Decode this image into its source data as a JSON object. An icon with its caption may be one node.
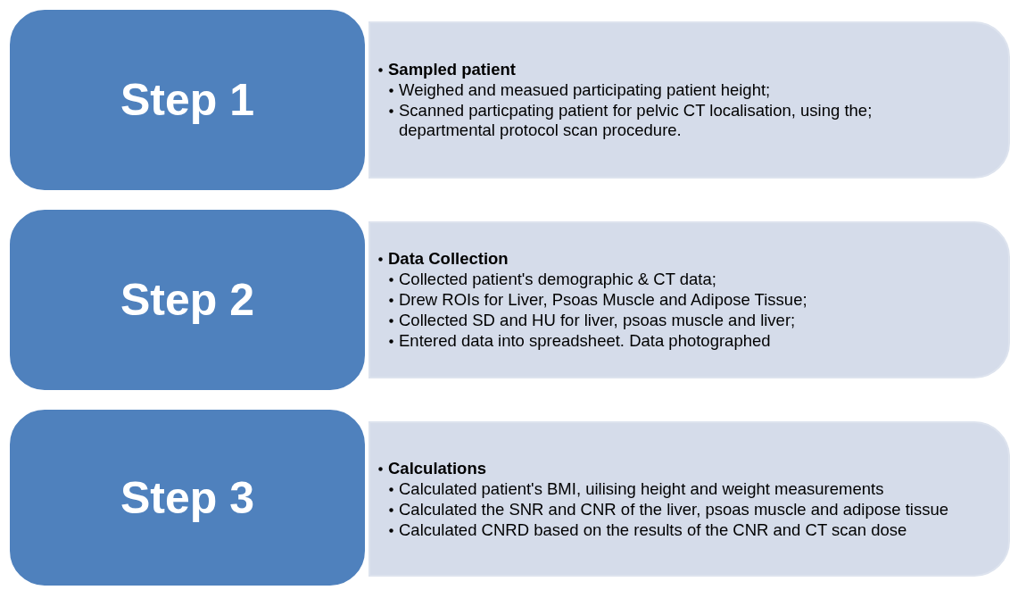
{
  "diagram": {
    "nodes": [
      {
        "text": [
          "Step 1"
        ]
      },
      {
        "text": [
          "Sampled patient",
          "Weighed and measued participating patient height;",
          "Scanned particpating patient for pelvic CT localisation, using the; departmental protocol scan procedure."
        ]
      },
      {
        "text": [
          "Step 2"
        ]
      },
      {
        "text": [
          "Data Collection",
          "Collected patient's demographic & CT data;",
          "Drew ROIs for Liver, Psoas Muscle and Adipose Tissue;",
          "Collected SD and HU for liver, psoas muscle and liver;",
          "Entered data into spreadsheet. Data photographed"
        ]
      },
      {
        "text": [
          "Step 3"
        ]
      },
      {
        "text": [
          "Calculations",
          "Calculated patient's BMI, uilising height and weight measurements",
          "Calculated the SNR and CNR of the liver, psoas muscle and adipose tissue",
          "Calculated CNRD based on the results of the CNR and CT scan dose"
        ]
      }
    ]
  }
}
